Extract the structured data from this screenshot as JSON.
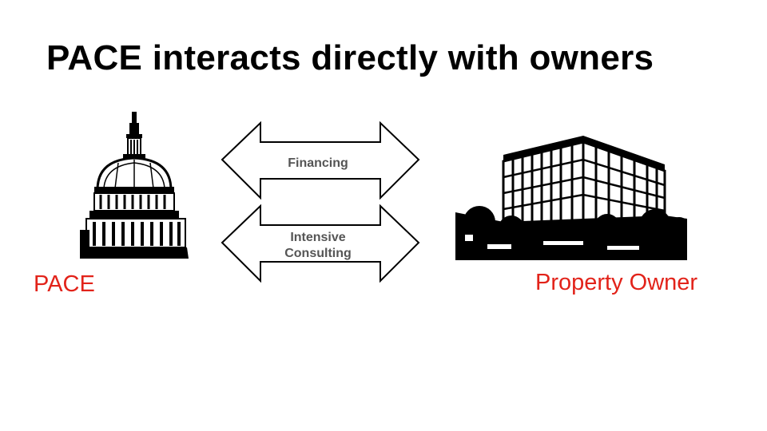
{
  "slide": {
    "title": "PACE interacts directly with owners"
  },
  "diagram": {
    "left_entity": {
      "label": "PACE",
      "icon": "capitol-dome-icon"
    },
    "right_entity": {
      "label": "Property Owner",
      "icon": "office-building-icon"
    },
    "arrows": [
      {
        "label": "Financing"
      },
      {
        "label_line1": "Intensive",
        "label_line2": "Consulting"
      }
    ],
    "colors": {
      "label_red": "#e2231a",
      "arrow_text": "#555555",
      "stroke": "#000000"
    }
  }
}
